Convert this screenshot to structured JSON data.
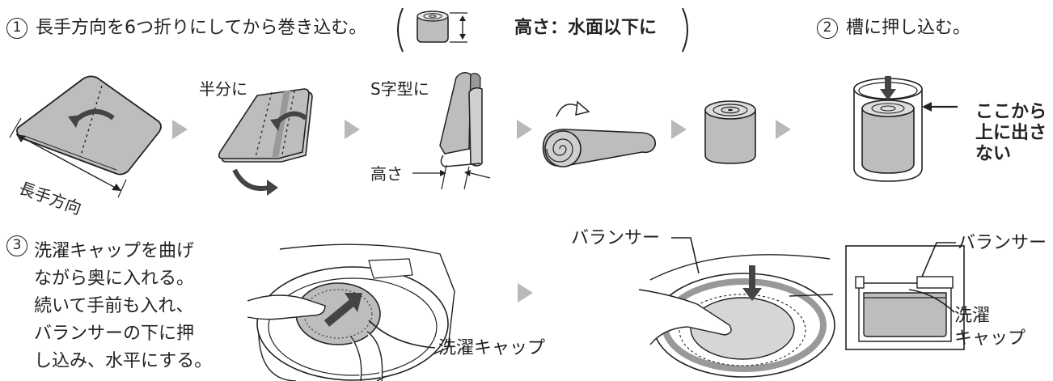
{
  "step1": {
    "number": "1",
    "text": "長手方向を6つ折りにしてから巻き込む。",
    "height_note": "高さ：水面以下に",
    "label_half": "半分に",
    "label_s": "S字型に",
    "label_height": "高さ",
    "label_long": "長手方向"
  },
  "step2": {
    "number": "2",
    "text": "槽に押し込む。",
    "callout_lines": [
      "ここから",
      "上に出さ",
      "ない"
    ]
  },
  "step3": {
    "number": "3",
    "text_lines": [
      "洗濯キャップを曲げ",
      "ながら奥に入れる。",
      "続いて手前も入れ、",
      "バランサーの下に押",
      "し込み、水平にする。"
    ],
    "label_cap": "洗濯キャップ",
    "label_balancer_left": "バランサー",
    "label_balancer_right": "バランサー",
    "label_cap_inset_lines": [
      "洗濯",
      "キャップ"
    ]
  }
}
